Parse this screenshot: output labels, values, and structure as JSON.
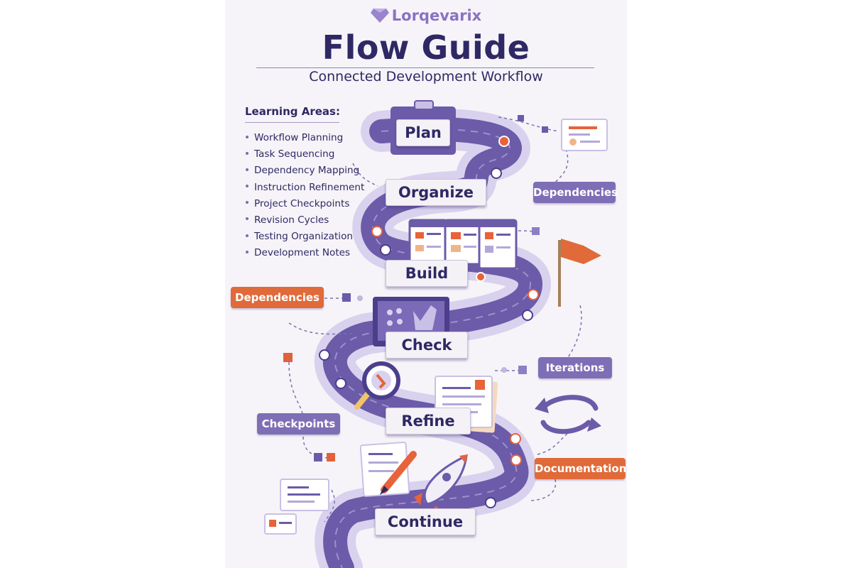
{
  "brand": {
    "name": "Lorqevarix",
    "logo_icon": "gem-icon"
  },
  "header": {
    "title": "Flow Guide",
    "subtitle": "Connected Development Workflow"
  },
  "learning_areas": {
    "heading": "Learning Areas:",
    "items": [
      "Workflow Planning",
      "Task Sequencing",
      "Dependency Mapping",
      "Instruction Refinement",
      "Project Checkpoints",
      "Revision Cycles",
      "Testing Organization",
      "Development Notes"
    ]
  },
  "stages": [
    "Plan",
    "Organize",
    "Build",
    "Check",
    "Refine",
    "Continue"
  ],
  "tags": {
    "dependencies_right": "Dependencies",
    "dependencies_left": "Dependencies",
    "iterations": "Iterations",
    "checkpoints": "Checkpoints",
    "documentation": "Documentation"
  },
  "colors": {
    "navy": "#2e2864",
    "purple": "#6b5ba8",
    "lavender": "#c9c0e6",
    "orange": "#e06a3a"
  }
}
